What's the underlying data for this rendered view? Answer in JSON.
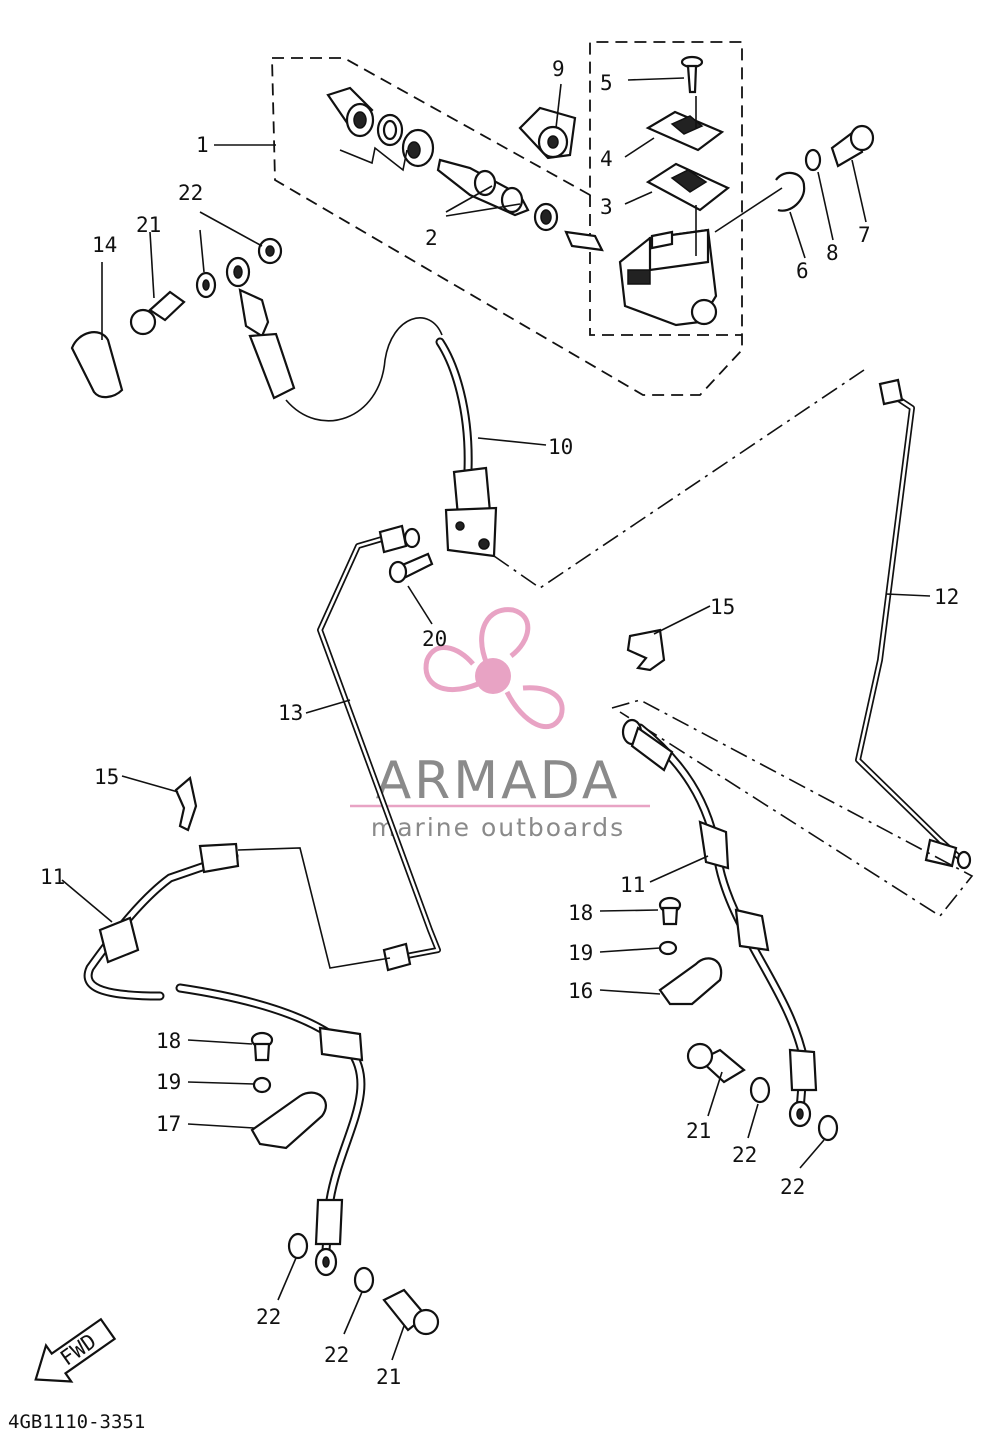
{
  "watermark": {
    "brand": "ARMADA",
    "tagline": "marine outboards",
    "accent_color": "#e8a3c4",
    "text_color": "#8a8a8a"
  },
  "drawing_code": "4GB1110-3351",
  "fwd_label": "FWD",
  "callouts": {
    "c1": "1",
    "c2": "2",
    "c3": "3",
    "c4": "4",
    "c5": "5",
    "c6": "6",
    "c7": "7",
    "c8": "8",
    "c9": "9",
    "c10": "10",
    "c11a": "11",
    "c11b": "11",
    "c12": "12",
    "c13": "13",
    "c14": "14",
    "c15a": "15",
    "c15b": "15",
    "c16": "16",
    "c17": "17",
    "c18a": "18",
    "c18b": "18",
    "c19a": "19",
    "c19b": "19",
    "c20": "20",
    "c21a": "21",
    "c21b": "21",
    "c21c": "21",
    "c22a": "22",
    "c22b": "22",
    "c22c": "22",
    "c22d": "22",
    "c22e": "22"
  }
}
